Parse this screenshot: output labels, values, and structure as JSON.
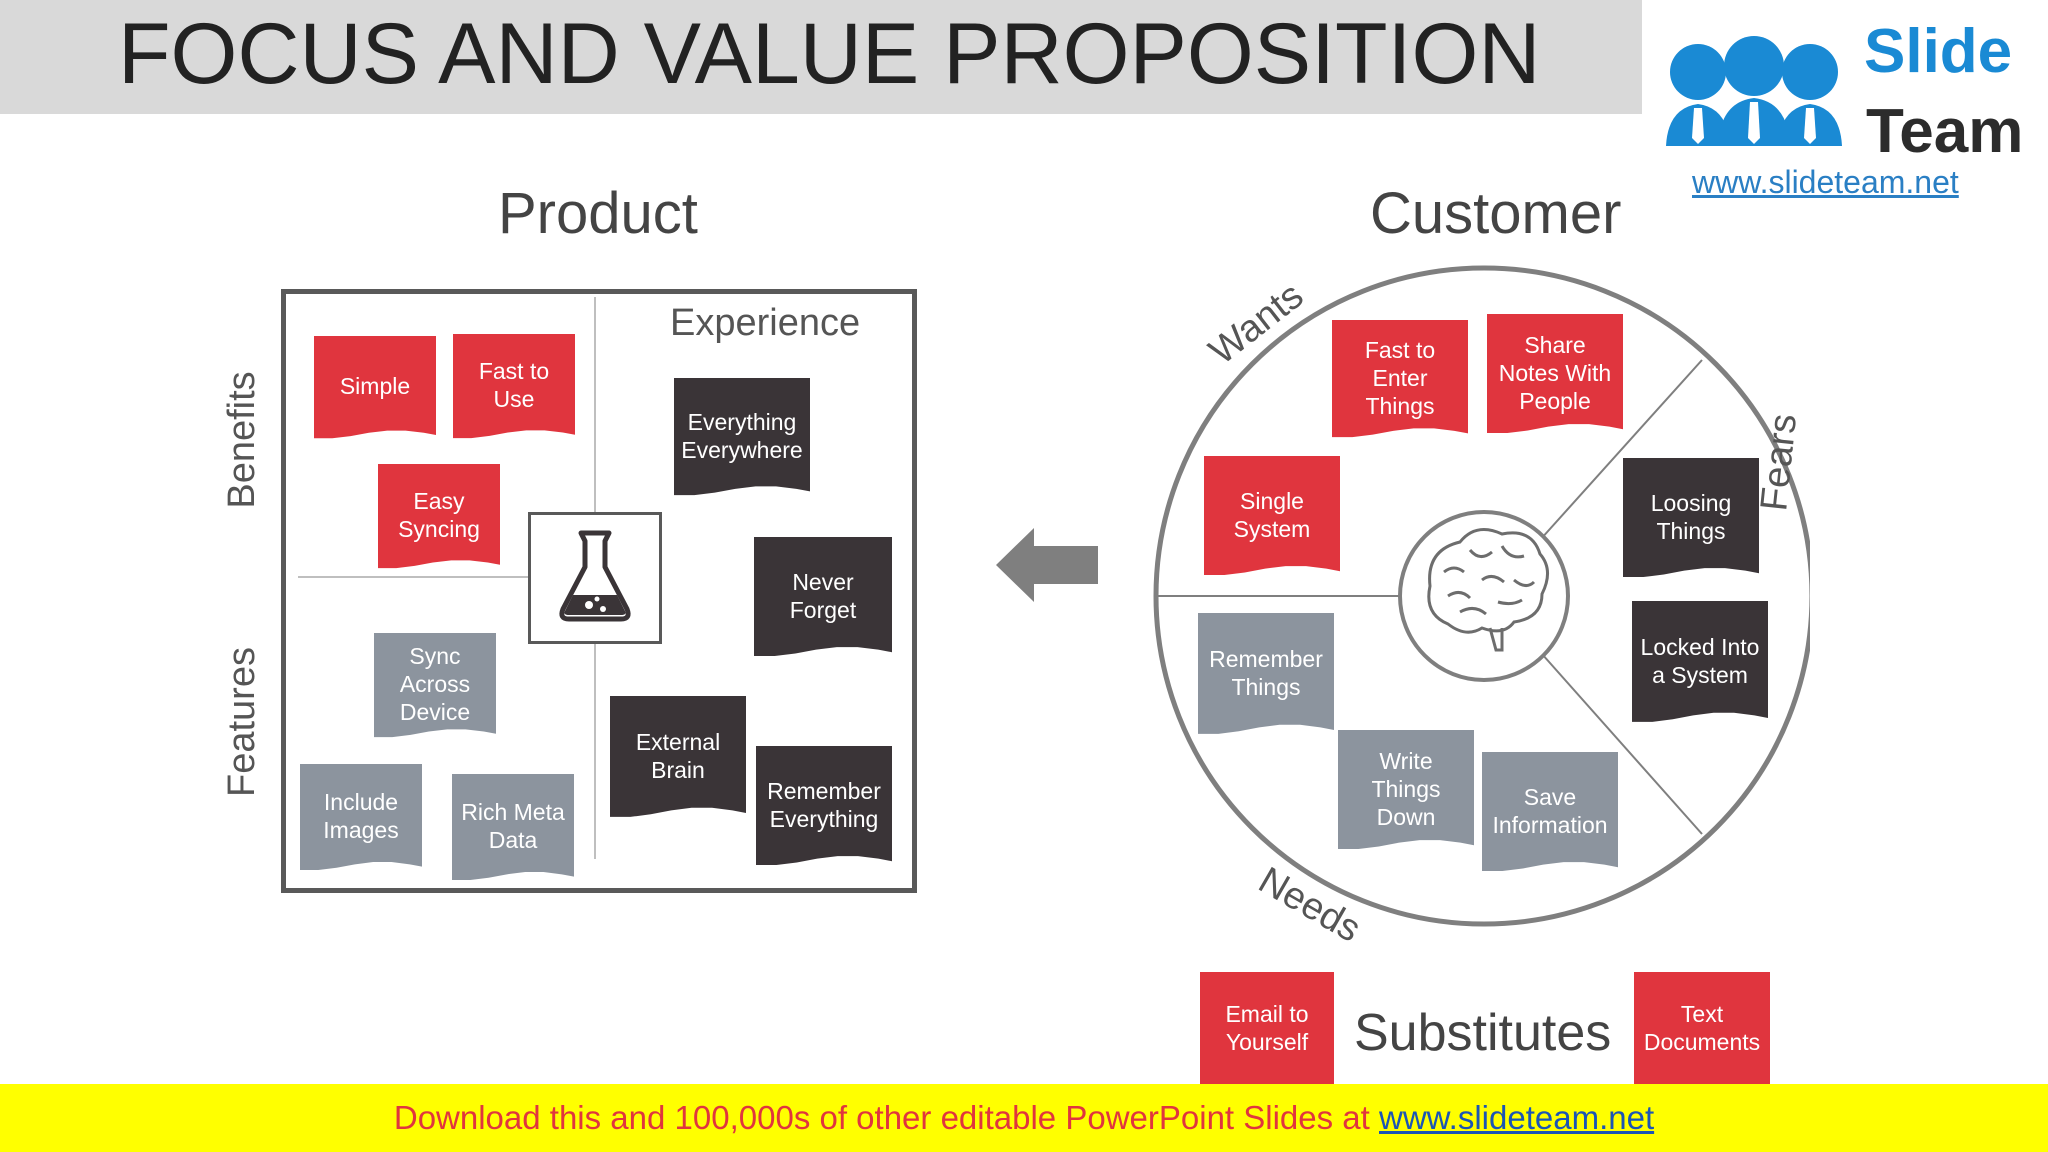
{
  "title": "FOCUS AND VALUE PROPOSITION",
  "logo": {
    "word1": "Slide",
    "word2": "Team",
    "url": "www.slideteam.net"
  },
  "product": {
    "heading": "Product",
    "experience_label": "Experience",
    "benefits_label": "Benefits",
    "features_label": "Features",
    "cards": {
      "simple": "Simple",
      "fast_to_use": "Fast to Use",
      "easy_syncing": "Easy Syncing",
      "everything_everywhere": "Everything Everywhere",
      "never_forget": "Never Forget",
      "sync_across_device": "Sync Across Device",
      "include_images": "Include Images",
      "rich_meta_data": "Rich Meta Data",
      "external_brain": "External Brain",
      "remember_everything": "Remember Everything"
    }
  },
  "customer": {
    "heading": "Customer",
    "wants_label": "Wants",
    "fears_label": "Fears",
    "needs_label": "Needs",
    "cards": {
      "fast_to_enter_things": "Fast to Enter Things",
      "share_notes_with_people": "Share Notes With People",
      "single_system": "Single System",
      "loosing_things": "Loosing Things",
      "locked_into_a_system": "Locked Into a System",
      "remember_things": "Remember Things",
      "write_things_down": "Write Things Down",
      "save_information": "Save Information"
    }
  },
  "substitutes": {
    "label": "Substitutes",
    "email_to_yourself": "Email to Yourself",
    "text_documents": "Text Documents"
  },
  "footer": {
    "text": "Download this and 100,000s of other editable PowerPoint Slides at ",
    "url": "www.slideteam.net"
  },
  "colors": {
    "red": "#e0353e",
    "dark": "#3a3437",
    "grey": "#8c949e",
    "footer_bg": "#ffff00"
  },
  "icons": [
    "flask-icon",
    "brain-icon",
    "arrow-left-icon",
    "people-logo-icon"
  ]
}
